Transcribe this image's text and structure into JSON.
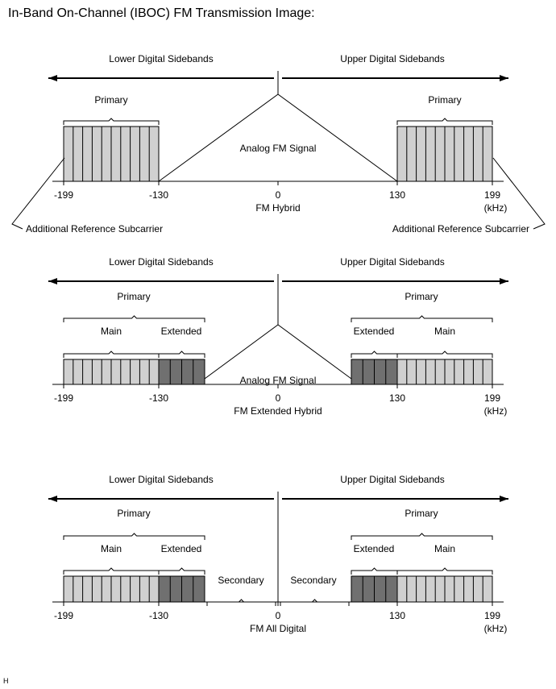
{
  "title": "In-Band On-Channel (IBOC) FM Transmission Image:",
  "footer_code": "H",
  "colors": {
    "light": "#d0d0d0",
    "dark": "#707070",
    "secondary": "#a0a0a0",
    "line": "#000000"
  },
  "labels": {
    "lower_sidebands": "Lower Digital Sidebands",
    "upper_sidebands": "Upper Digital Sidebands",
    "primary": "Primary",
    "main": "Main",
    "extended": "Extended",
    "secondary": "Secondary",
    "analog": "Analog FM Signal",
    "ref_subcarrier": "Additional Reference Subcarrier",
    "unit": "(kHz)"
  },
  "ticks": [
    "-199",
    "-130",
    "0",
    "130",
    "199"
  ],
  "panels": [
    {
      "name": "FM Hybrid"
    },
    {
      "name": "FM Extended Hybrid"
    },
    {
      "name": "FM All Digital"
    }
  ]
}
